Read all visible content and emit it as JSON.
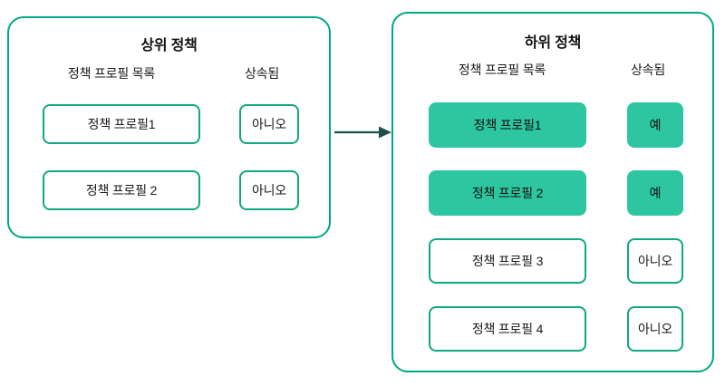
{
  "diagram": {
    "arrow": {
      "name": "inheritance-arrow",
      "color": "#1f4f4a",
      "direction": "left-to-right"
    },
    "colors": {
      "panel_border": "#00a884",
      "box_border": "#0fa882",
      "box_fill_inherited": "#2ec6a0",
      "background": "#ffffff",
      "text": "#1a1a1a",
      "arrow": "#1f4f4a"
    },
    "panels": [
      {
        "id": "parent-policy",
        "title": "상위 정책",
        "headers": {
          "profiles": "정책 프로필 목록",
          "inherited": "상속됨"
        },
        "rows": [
          {
            "profile": "정책 프로필1",
            "inherited": "아니오",
            "highlighted": false
          },
          {
            "profile": "정책 프로필 2",
            "inherited": "아니오",
            "highlighted": false
          }
        ]
      },
      {
        "id": "child-policy",
        "title": "하위 정책",
        "headers": {
          "profiles": "정책 프로필 목록",
          "inherited": "상속됨"
        },
        "rows": [
          {
            "profile": "정책 프로필1",
            "inherited": "예",
            "highlighted": true
          },
          {
            "profile": "정책 프로필 2",
            "inherited": "예",
            "highlighted": true
          },
          {
            "profile": "정책 프로필 3",
            "inherited": "아니오",
            "highlighted": false
          },
          {
            "profile": "정책 프로필 4",
            "inherited": "아니오",
            "highlighted": false
          }
        ]
      }
    ]
  }
}
